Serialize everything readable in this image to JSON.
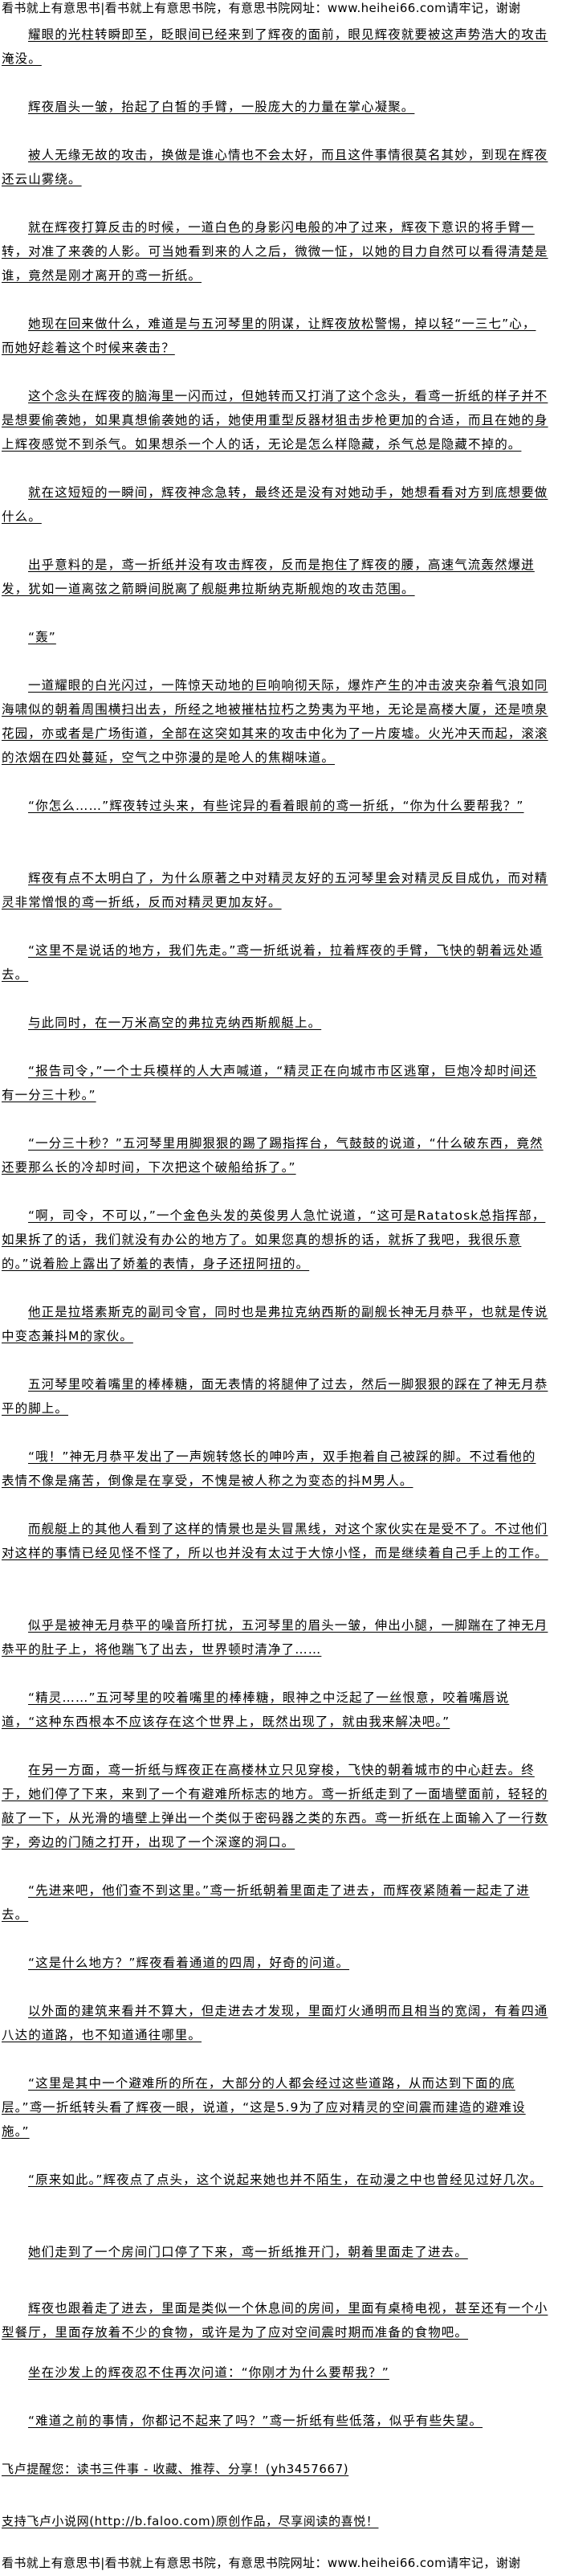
{
  "site_banner": "看书就上有意思书|看书就上有意思书院，有意思书院网址：www.heihei66.com请牢记，谢谢",
  "paragraphs": [
    "耀眼的光柱转瞬即至，眨眼间已经来到了辉夜的面前，眼见辉夜就要被这声势浩大的攻击淹没。",
    "辉夜眉头一皱，抬起了白皙的手臂，一股庞大的力量在掌心凝聚。",
    "被人无缘无故的攻击，换做是谁心情也不会太好，而且这件事情很莫名其妙，到现在辉夜还云山雾绕。",
    "就在辉夜打算反击的时候，一道白色的身影闪电般的冲了过来，辉夜下意识的将手臂一转，对准了来袭的人影。可当她看到来的人之后，微微一怔，以她的目力自然可以看得清楚是谁，竟然是刚才离开的鸢一折纸。",
    "她现在回来做什么，难道是与五河琴里的阴谋，让辉夜放松警惕，掉以轻“一三七”心，而她好趁着这个时候来袭击？",
    "这个念头在辉夜的脑海里一闪而过，但她转而又打消了这个念头，看鸢一折纸的样子并不是想要偷袭她，如果真想偷袭她的话，她使用重型反器材狙击步枪更加的合适，而且在她的身上辉夜感觉不到杀气。如果想杀一个人的话，无论是怎么样隐藏，杀气总是隐藏不掉的。",
    "就在这短短的一瞬间，辉夜神念急转，最终还是没有对她动手，她想看看对方到底想要做什么。",
    "出乎意料的是，鸢一折纸并没有攻击辉夜，反而是抱住了辉夜的腰，高速气流轰然爆迸发，犹如一道离弦之箭瞬间脱离了舰艇弗拉斯纳克斯舰炮的攻击范围。",
    "“轰”",
    "一道耀眼的白光闪过，一阵惊天动地的巨响响彻天际，爆炸产生的冲击波夹杂着气浪如同海啸似的朝着周围横扫出去，所经之地被摧枯拉朽之势夷为平地，无论是高楼大厦，还是喷泉花园，亦或者是广场街道，全部在这突如其来的攻击中化为了一片废墟。火光冲天而起，滚滚的浓烟在四处蔓延，空气之中弥漫的是呛人的焦糊味道。",
    "“你怎么……”辉夜转过头来，有些诧异的看着眼前的鸢一折纸，“你为什么要帮我？”",
    "辉夜有点不太明白了，为什么原著之中对精灵友好的五河琴里会对精灵反目成仇，而对精灵非常憎恨的鸢一折纸，反而对精灵更加友好。",
    "“这里不是说话的地方，我们先走。”鸢一折纸说着，拉着辉夜的手臂，飞快的朝着远处遁去。",
    "与此同时，在一万米高空的弗拉克纳西斯舰艇上。",
    "“报告司令，”一个士兵模样的人大声喊道，“精灵正在向城市市区逃窜，巨炮冷却时间还有一分三十秒。”",
    "“一分三十秒？”五河琴里用脚狠狠的踢了踢指挥台，气鼓鼓的说道，“什么破东西，竟然还要那么长的冷却时间，下次把这个破船给拆了。”",
    "“啊，司令，不可以，”一个金色头发的英俊男人急忙说道，“这可是Ratatosk总指挥部，如果拆了的话，我们就没有办公的地方了。如果您真的想拆的话，就拆了我吧，我很乐意的。”说着脸上露出了娇羞的表情，身子还扭阿扭的。",
    "他正是拉塔素斯克的副司令官，同时也是弗拉克纳西斯的副舰长神无月恭平，也就是传说中变态兼抖M的家伙。",
    "五河琴里咬着嘴里的棒棒糖，面无表情的将腿伸了过去，然后一脚狠狠的踩在了神无月恭平的脚上。",
    "“哦！”神无月恭平发出了一声婉转悠长的呻吟声，双手抱着自己被踩的脚。不过看他的表情不像是痛苦，倒像是在享受，不愧是被人称之为变态的抖M男人。",
    "而舰艇上的其他人看到了这样的情景也是头冒黑线，对这个家伙实在是受不了。不过他们对这样的事情已经见怪不怪了，所以也并没有太过于大惊小怪，而是继续着自己手上的工作。",
    "似乎是被神无月恭平的噪音所打扰，五河琴里的眉头一皱，伸出小腿，一脚踹在了神无月恭平的肚子上，将他踹飞了出去，世界顿时清净了……",
    "“精灵……”五河琴里的咬着嘴里的棒棒糖，眼神之中泛起了一丝恨意，咬着嘴唇说道，“这种东西根本不应该存在这个世界上，既然出现了，就由我来解决吧。”",
    "在另一方面，鸢一折纸与辉夜正在高楼林立只见穿梭，飞快的朝着城市的中心赶去。终于，她们停了下来，来到了一个有避难所标志的地方。鸢一折纸走到了一面墙壁面前，轻轻的敲了一下，从光滑的墙壁上弹出一个类似于密码器之类的东西。鸢一折纸在上面输入了一行数字，旁边的门随之打开，出现了一个深邃的洞口。",
    "“先进来吧，他们查不到这里。”鸢一折纸朝着里面走了进去，而辉夜紧随着一起走了进去。",
    "“这是什么地方？”辉夜看着通道的四周，好奇的问道。",
    "以外面的建筑来看并不算大，但走进去才发现，里面灯火通明而且相当的宽阔，有着四通八达的道路，也不知道通往哪里。",
    "“这里是其中一个避难所的所在，大部分的人都会经过这些道路，从而达到下面的底层。”鸢一折纸转头看了辉夜一眼，说道，“这是5.9为了应对精灵的空间震而建造的避难设施。”",
    "“原来如此。”辉夜点了点头，这个说起来她也并不陌生，在动漫之中也曾经见过好几次。",
    "她们走到了一个房间门口停了下来，鸢一折纸推开门，朝着里面走了进去。",
    "辉夜也跟着走了进去，里面是类似一个休息间的房间，里面有桌椅电视，甚至还有一个小型餐厅，里面存放着不少的食物，或许是为了应对空间震时期而准备的食物吧。",
    "坐在沙发上的辉夜忍不住再次问道：“你刚才为什么要帮我？”",
    "“难道之前的事情，你都记不起来了吗？”鸢一折纸有些低落，似乎有些失望。"
  ],
  "footer": {
    "reminder": "飞卢提醒您：读书三件事 - 收藏、推荐、分享！(yh3457667)",
    "support": "支持飞卢小说网(http://b.faloo.com)原创作品，尽享阅读的喜悦！"
  }
}
